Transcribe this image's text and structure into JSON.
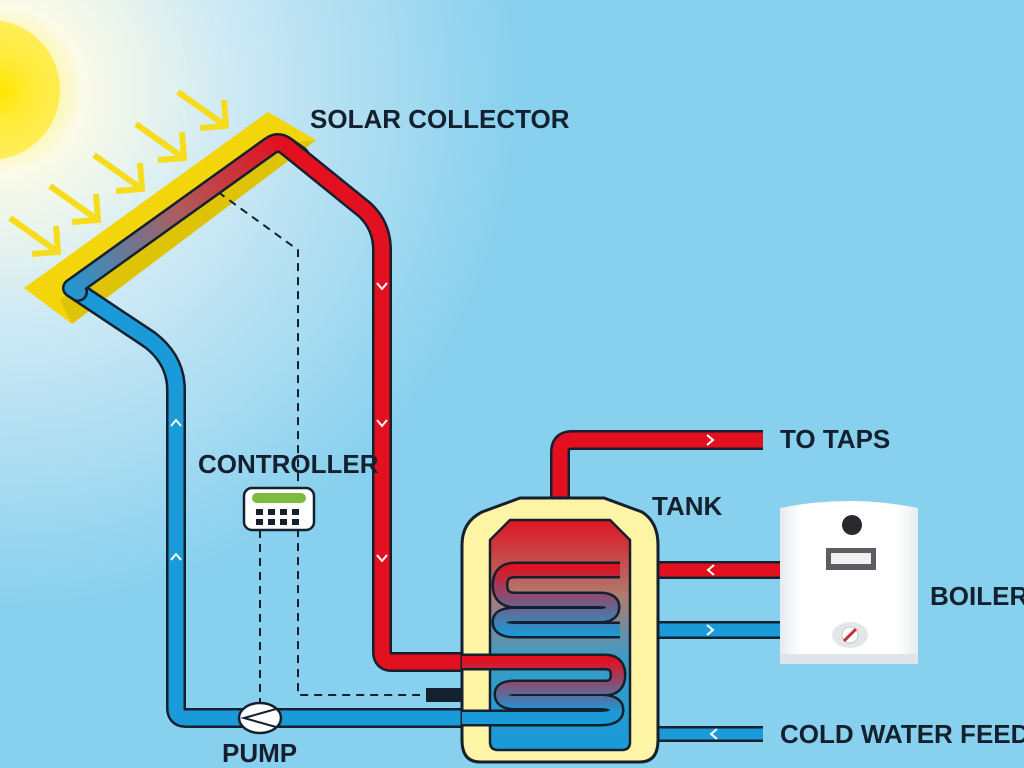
{
  "diagram": {
    "title": "Solar water heating system",
    "labels": {
      "solar_collector": "SOLAR COLLECTOR",
      "controller": "CONTROLLER",
      "pump": "PUMP",
      "tank": "TANK",
      "to_taps": "TO TAPS",
      "boiler": "BOILER",
      "cold_water_feed": "COLD WATER FEED"
    },
    "flow_markers": {
      "down": "˅",
      "up": "˄",
      "right": ">",
      "left": "<"
    },
    "colors": {
      "sky": "#87d0ee",
      "sun": "#ffe600",
      "collector": "#f2d50a",
      "hot_pipe": "#e3101f",
      "cold_pipe": "#1a9ad8",
      "tank_insulation": "#fdf4a6",
      "outline": "#14202e",
      "controller_screen": "#7dbb3c"
    },
    "components": [
      {
        "id": "sun",
        "label": ""
      },
      {
        "id": "solar-collector",
        "label": "SOLAR COLLECTOR"
      },
      {
        "id": "controller",
        "label": "CONTROLLER"
      },
      {
        "id": "pump",
        "label": "PUMP"
      },
      {
        "id": "tank",
        "label": "TANK"
      },
      {
        "id": "boiler",
        "label": "BOILER"
      }
    ]
  }
}
